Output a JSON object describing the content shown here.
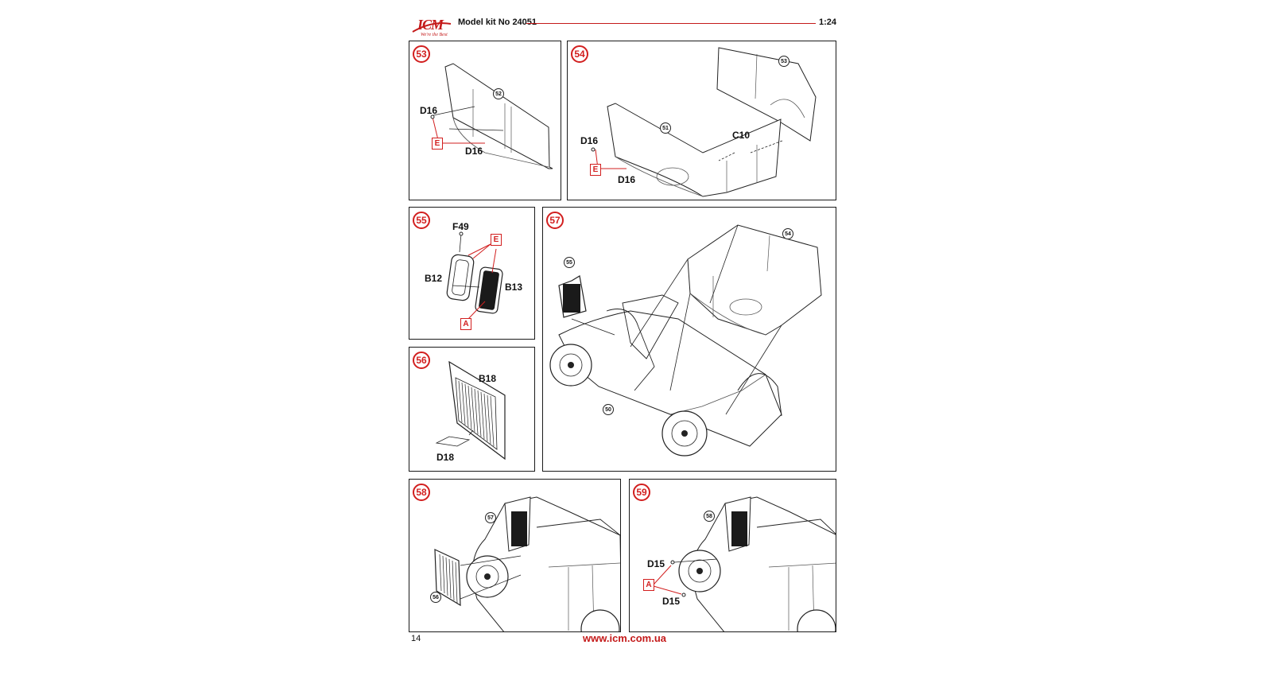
{
  "header": {
    "logo_text": "ICM",
    "logo_sub": "We're the Best",
    "title": "Model kit No 24051",
    "scale": "1:24",
    "colors": {
      "accent": "#c41a1a"
    }
  },
  "steps": [
    {
      "number": "53",
      "refs": [
        "52"
      ],
      "parts": [
        "D16",
        "D16"
      ],
      "tags": [
        "E"
      ]
    },
    {
      "number": "54",
      "refs": [
        "53",
        "51"
      ],
      "parts": [
        "C10",
        "D16",
        "D16"
      ],
      "tags": [
        "E"
      ]
    },
    {
      "number": "55",
      "parts": [
        "F49",
        "B12",
        "B13"
      ],
      "tags": [
        "E",
        "A"
      ]
    },
    {
      "number": "56",
      "parts": [
        "B18",
        "D18"
      ]
    },
    {
      "number": "57",
      "refs": [
        "54",
        "55",
        "50"
      ]
    },
    {
      "number": "58",
      "refs": [
        "57",
        "56"
      ]
    },
    {
      "number": "59",
      "refs": [
        "58"
      ],
      "parts": [
        "D15",
        "D15"
      ],
      "tags": [
        "A"
      ]
    }
  ],
  "footer": {
    "page": "14",
    "url": "www.icm.com.ua"
  }
}
